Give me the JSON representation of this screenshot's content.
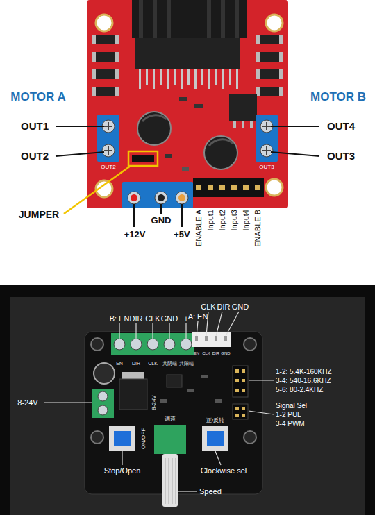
{
  "diagram": {
    "labels": [
      "MOTOR A",
      "OUT1",
      "OUT2",
      "MOTOR B",
      "OUT4",
      "OUT3",
      "JUMPER",
      "+12V",
      "GND",
      "+5V",
      "ENABLE A",
      "Input1",
      "Input2",
      "Input3",
      "Input4",
      "ENABLE B",
      "OUT2",
      "OUT3",
      "B: EN",
      "DIR",
      "CLK",
      "GND",
      "+",
      "A: EN",
      "CLK",
      "DIR",
      "GND",
      "1-2: 5.4K-160KHZ",
      "3-4: 540-16.6KHZ",
      "5-6: 80-2.4KHZ",
      "Signal Sel",
      "1-2 PUL",
      "3-4 PWM",
      "8-24V",
      "Stop/Open",
      "Clockwise sel",
      "Speed",
      "EN",
      "DIR",
      "CLK",
      "共阴端",
      "共阳端",
      "EN",
      "CLK",
      "DIR",
      "GND",
      "ON/OFF",
      "调速",
      "正/反转",
      "8-24V"
    ]
  }
}
